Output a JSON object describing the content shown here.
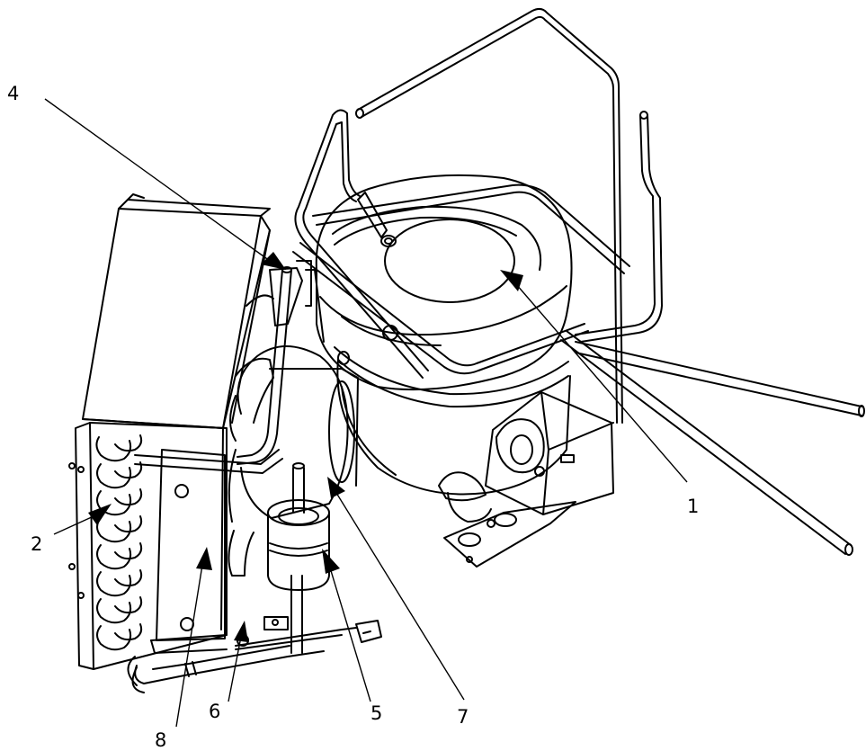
{
  "figure": {
    "callouts": [
      {
        "id": "1",
        "text": "1"
      },
      {
        "id": "2",
        "text": "2"
      },
      {
        "id": "4",
        "text": "4"
      },
      {
        "id": "5",
        "text": "5"
      },
      {
        "id": "6",
        "text": "6"
      },
      {
        "id": "7",
        "text": "7"
      },
      {
        "id": "8",
        "text": "8"
      }
    ]
  }
}
